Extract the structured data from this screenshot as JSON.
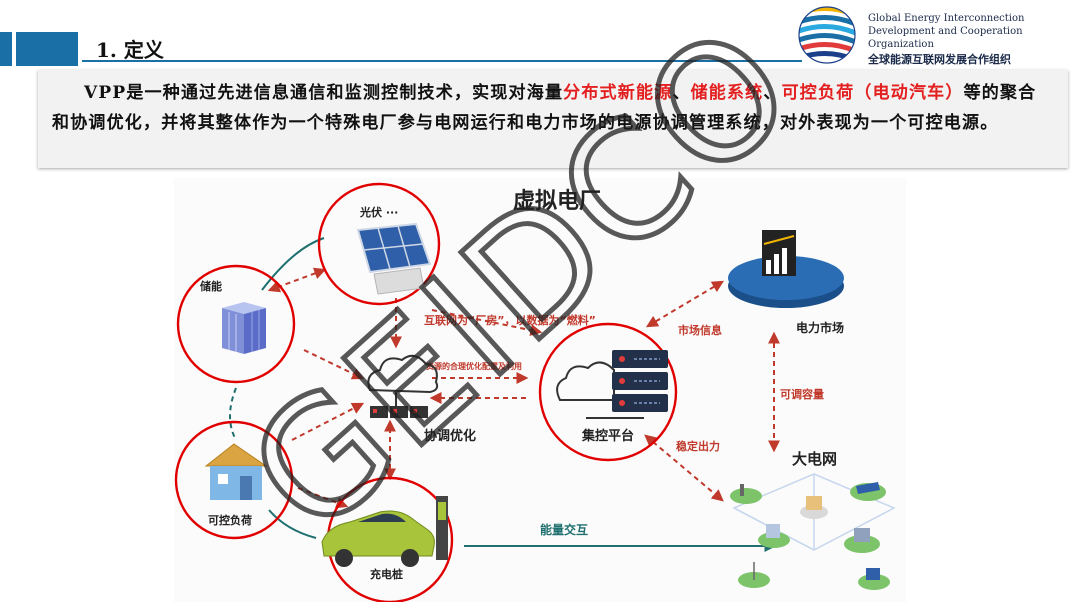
{
  "header": {
    "section_title": "1. 定义"
  },
  "org": {
    "name_en_line1": "Global Energy Interconnection",
    "name_en_line2": "Development and Cooperation Organization",
    "name_cn": "全球能源互联网发展合作组织"
  },
  "definition": {
    "seg1": "VPP是一种通过先进信息通信和监测控制技术，实现对海量",
    "red1": "分布式新能源",
    "sep1": "、",
    "red2": "储能系统",
    "sep2": "、",
    "red3": "可控负荷（电动汽车）",
    "seg2": "等的聚合和协调优化，并将其整体作为一个特殊电厂参与电网运行和电力市场的电源协调管理系统，对外表现为一个可控电源。"
  },
  "diagram": {
    "title": "虚拟电厂",
    "nodes": {
      "pv": "光伏 ···",
      "storage": "储能",
      "load": "可控负荷",
      "charger": "充电桩",
      "coord": "协调优化",
      "platform": "集控平台",
      "market": "电力市场",
      "grid": "大电网"
    },
    "arrows": {
      "internet": "互联网为“厂房”，以数据为“燃料”",
      "resource": "资源的合理优化配置及利用",
      "market_info": "市场信息",
      "adjustable": "可调容量",
      "stable_output": "稳定出力",
      "energy_exchange": "能量交互"
    }
  },
  "watermark": {
    "text": "GEIDCO"
  },
  "colors": {
    "brand_blue": "#1a6fa6",
    "highlight_red": "#e41f1f",
    "arrow_red": "#c0392b",
    "curve_teal": "#1f6f6f"
  }
}
